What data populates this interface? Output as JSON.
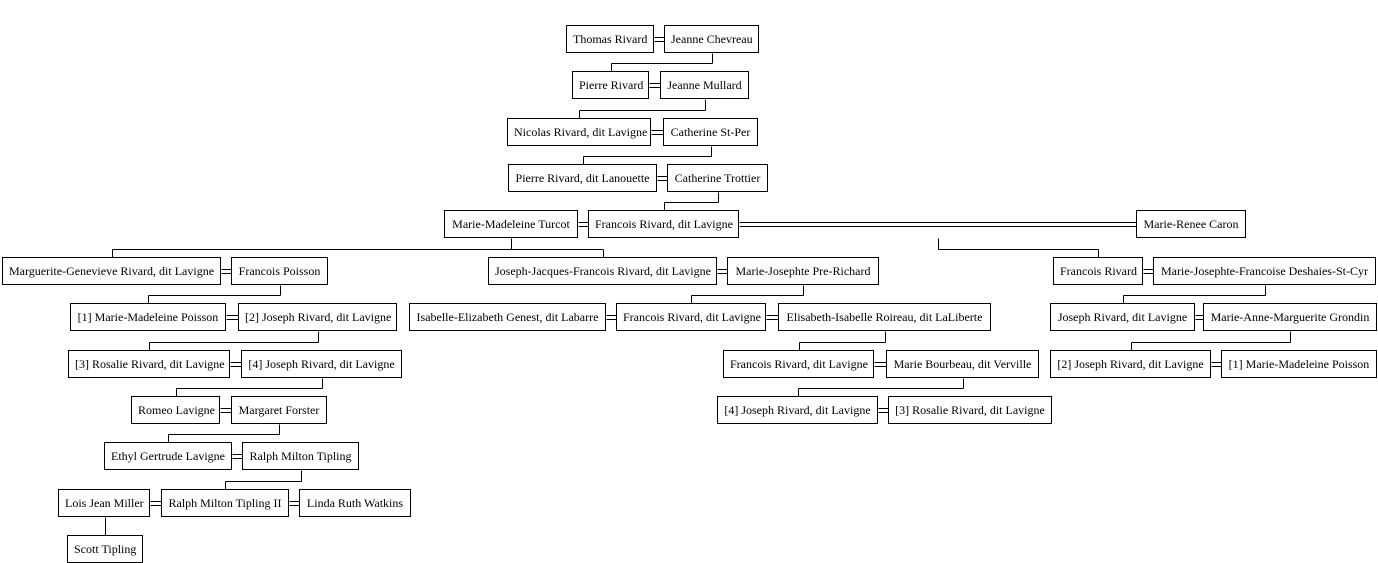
{
  "people": {
    "p1": "Thomas Rivard",
    "p2": "Jeanne Chevreau",
    "p3": "Pierre Rivard",
    "p4": "Jeanne Mullard",
    "p5": "Nicolas Rivard, dit Lavigne",
    "p6": "Catherine St-Per",
    "p7": "Pierre Rivard, dit Lanouette",
    "p8": "Catherine Trottier",
    "p9": "Marie-Madeleine Turcot",
    "p10": "Francois Rivard, dit Lavigne",
    "p11": "Marie-Renee Caron",
    "p12": "Marguerite-Genevieve Rivard, dit Lavigne",
    "p13": "Francois Poisson",
    "p14": "Joseph-Jacques-Francois Rivard, dit Lavigne",
    "p15": "Marie-Josephte Pre-Richard",
    "p16": "Francois Rivard",
    "p17": "Marie-Josephte-Francoise Deshaies-St-Cyr",
    "p18": "[1] Marie-Madeleine Poisson",
    "p19": "[2] Joseph Rivard, dit Lavigne",
    "p20": "Isabelle-Elizabeth Genest, dit Labarre",
    "p21": "Francois Rivard, dit Lavigne",
    "p22": "Elisabeth-Isabelle Roireau, dit LaLiberte",
    "p23": "Joseph Rivard, dit Lavigne",
    "p24": "Marie-Anne-Marguerite Grondin",
    "p25": "[3] Rosalie Rivard, dit Lavigne",
    "p26": "[4] Joseph Rivard, dit Lavigne",
    "p27": "Francois Rivard, dit Lavigne",
    "p28": "Marie Bourbeau, dit Verville",
    "p29": "[2] Joseph Rivard, dit Lavigne",
    "p30": "[1] Marie-Madeleine Poisson",
    "p31": "Romeo Lavigne",
    "p32": "Margaret Forster",
    "p33": "[4] Joseph Rivard, dit Lavigne",
    "p34": "[3] Rosalie Rivard, dit Lavigne",
    "p35": "Ethyl Gertrude Lavigne",
    "p36": "Ralph Milton Tipling",
    "p37": "Lois Jean Miller",
    "p38": "Ralph Milton Tipling II",
    "p39": "Linda Ruth Watkins",
    "p40": "Scott Tipling"
  },
  "unions": [
    [
      "p1",
      "p2"
    ],
    [
      "p3",
      "p4"
    ],
    [
      "p5",
      "p6"
    ],
    [
      "p7",
      "p8"
    ],
    [
      "p9",
      "p10"
    ],
    [
      "p10",
      "p11"
    ],
    [
      "p12",
      "p13"
    ],
    [
      "p14",
      "p15"
    ],
    [
      "p16",
      "p17"
    ],
    [
      "p18",
      "p19"
    ],
    [
      "p20",
      "p21"
    ],
    [
      "p21",
      "p22"
    ],
    [
      "p23",
      "p24"
    ],
    [
      "p25",
      "p26"
    ],
    [
      "p27",
      "p28"
    ],
    [
      "p29",
      "p30"
    ],
    [
      "p31",
      "p32"
    ],
    [
      "p33",
      "p34"
    ],
    [
      "p35",
      "p36"
    ],
    [
      "p37",
      "p38"
    ],
    [
      "p38",
      "p39"
    ]
  ],
  "descents": [
    {
      "parents": [
        "p1",
        "p2"
      ],
      "children": [
        "p3"
      ]
    },
    {
      "parents": [
        "p3",
        "p4"
      ],
      "children": [
        "p5"
      ]
    },
    {
      "parents": [
        "p5",
        "p6"
      ],
      "children": [
        "p7"
      ]
    },
    {
      "parents": [
        "p7",
        "p8"
      ],
      "children": [
        "p10"
      ]
    },
    {
      "parents": [
        "p9",
        "p10"
      ],
      "children": [
        "p12",
        "p14"
      ]
    },
    {
      "parents": [
        "p10",
        "p11"
      ],
      "children": [
        "p16"
      ]
    },
    {
      "parents": [
        "p12",
        "p13"
      ],
      "children": [
        "p18"
      ]
    },
    {
      "parents": [
        "p14",
        "p15"
      ],
      "children": [
        "p21"
      ]
    },
    {
      "parents": [
        "p16",
        "p17"
      ],
      "children": [
        "p23"
      ]
    },
    {
      "parents": [
        "p18",
        "p19"
      ],
      "children": [
        "p25"
      ]
    },
    {
      "parents": [
        "p21",
        "p22"
      ],
      "children": [
        "p27"
      ]
    },
    {
      "parents": [
        "p23",
        "p24"
      ],
      "children": [
        "p29"
      ]
    },
    {
      "parents": [
        "p25",
        "p26"
      ],
      "children": [
        "p31"
      ]
    },
    {
      "parents": [
        "p27",
        "p28"
      ],
      "children": [
        "p33"
      ]
    },
    {
      "parents": [
        "p31",
        "p32"
      ],
      "children": [
        "p35"
      ]
    },
    {
      "parents": [
        "p35",
        "p36"
      ],
      "children": [
        "p38"
      ]
    },
    {
      "parents": [
        "p37",
        "p38"
      ],
      "children": [
        "p40"
      ]
    }
  ]
}
